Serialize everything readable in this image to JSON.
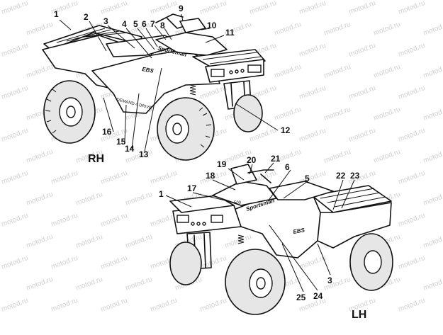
{
  "diagram": {
    "views": {
      "rh": "RH",
      "lh": "LH"
    },
    "watermark": "motod.ru",
    "decals": {
      "brand": "Sportsman",
      "model": "500",
      "ebs": "EBS",
      "demand": "DEMAND 4 DRIVE"
    },
    "callouts_rh": [
      "1",
      "2",
      "3",
      "4",
      "5",
      "6",
      "7",
      "8",
      "9",
      "10",
      "11",
      "12",
      "13",
      "14",
      "15",
      "16"
    ],
    "callouts_lh": [
      "1",
      "17",
      "18",
      "19",
      "20",
      "21",
      "6",
      "5",
      "22",
      "23",
      "3",
      "24",
      "25"
    ]
  }
}
